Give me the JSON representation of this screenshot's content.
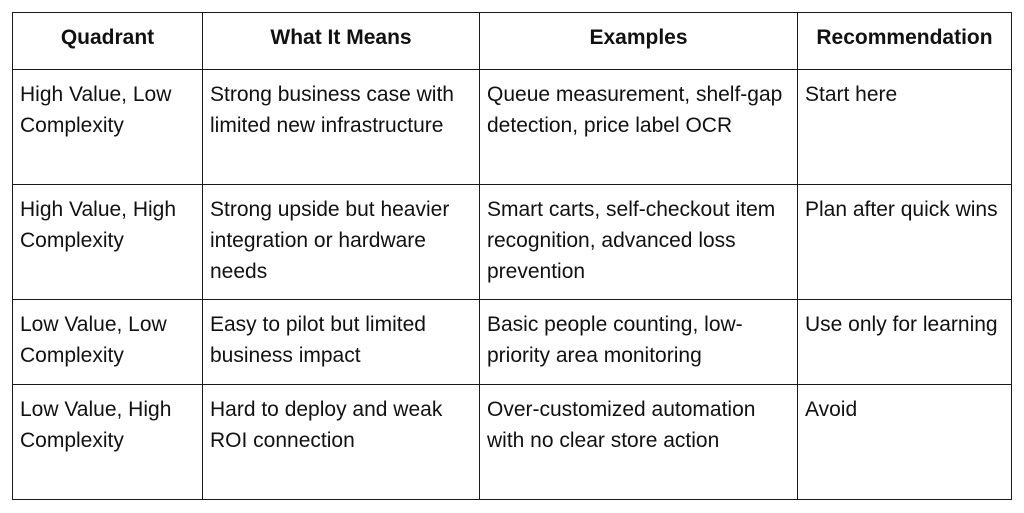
{
  "table": {
    "headers": [
      "Quadrant",
      "What It Means",
      "Examples",
      "Recommendation"
    ],
    "rows": [
      {
        "quadrant": "High Value, Low Complexity",
        "meaning": "Strong business case with limited new infrastructure",
        "examples": "Queue measurement, shelf-gap detection, price label OCR",
        "recommendation": "Start here"
      },
      {
        "quadrant": "High Value, High Complexity",
        "meaning": "Strong upside but heavier integration or hardware needs",
        "examples": "Smart carts, self-checkout item recognition, advanced loss prevention",
        "recommendation": "Plan after quick wins"
      },
      {
        "quadrant": "Low Value, Low Complexity",
        "meaning": "Easy to pilot but limited business impact",
        "examples": "Basic people counting, low-priority area monitoring",
        "recommendation": "Use only for learning"
      },
      {
        "quadrant": "Low Value, High Complexity",
        "meaning": "Hard to deploy and weak ROI connection",
        "examples": "Over-customized automation with no clear store action",
        "recommendation": "Avoid"
      }
    ]
  }
}
